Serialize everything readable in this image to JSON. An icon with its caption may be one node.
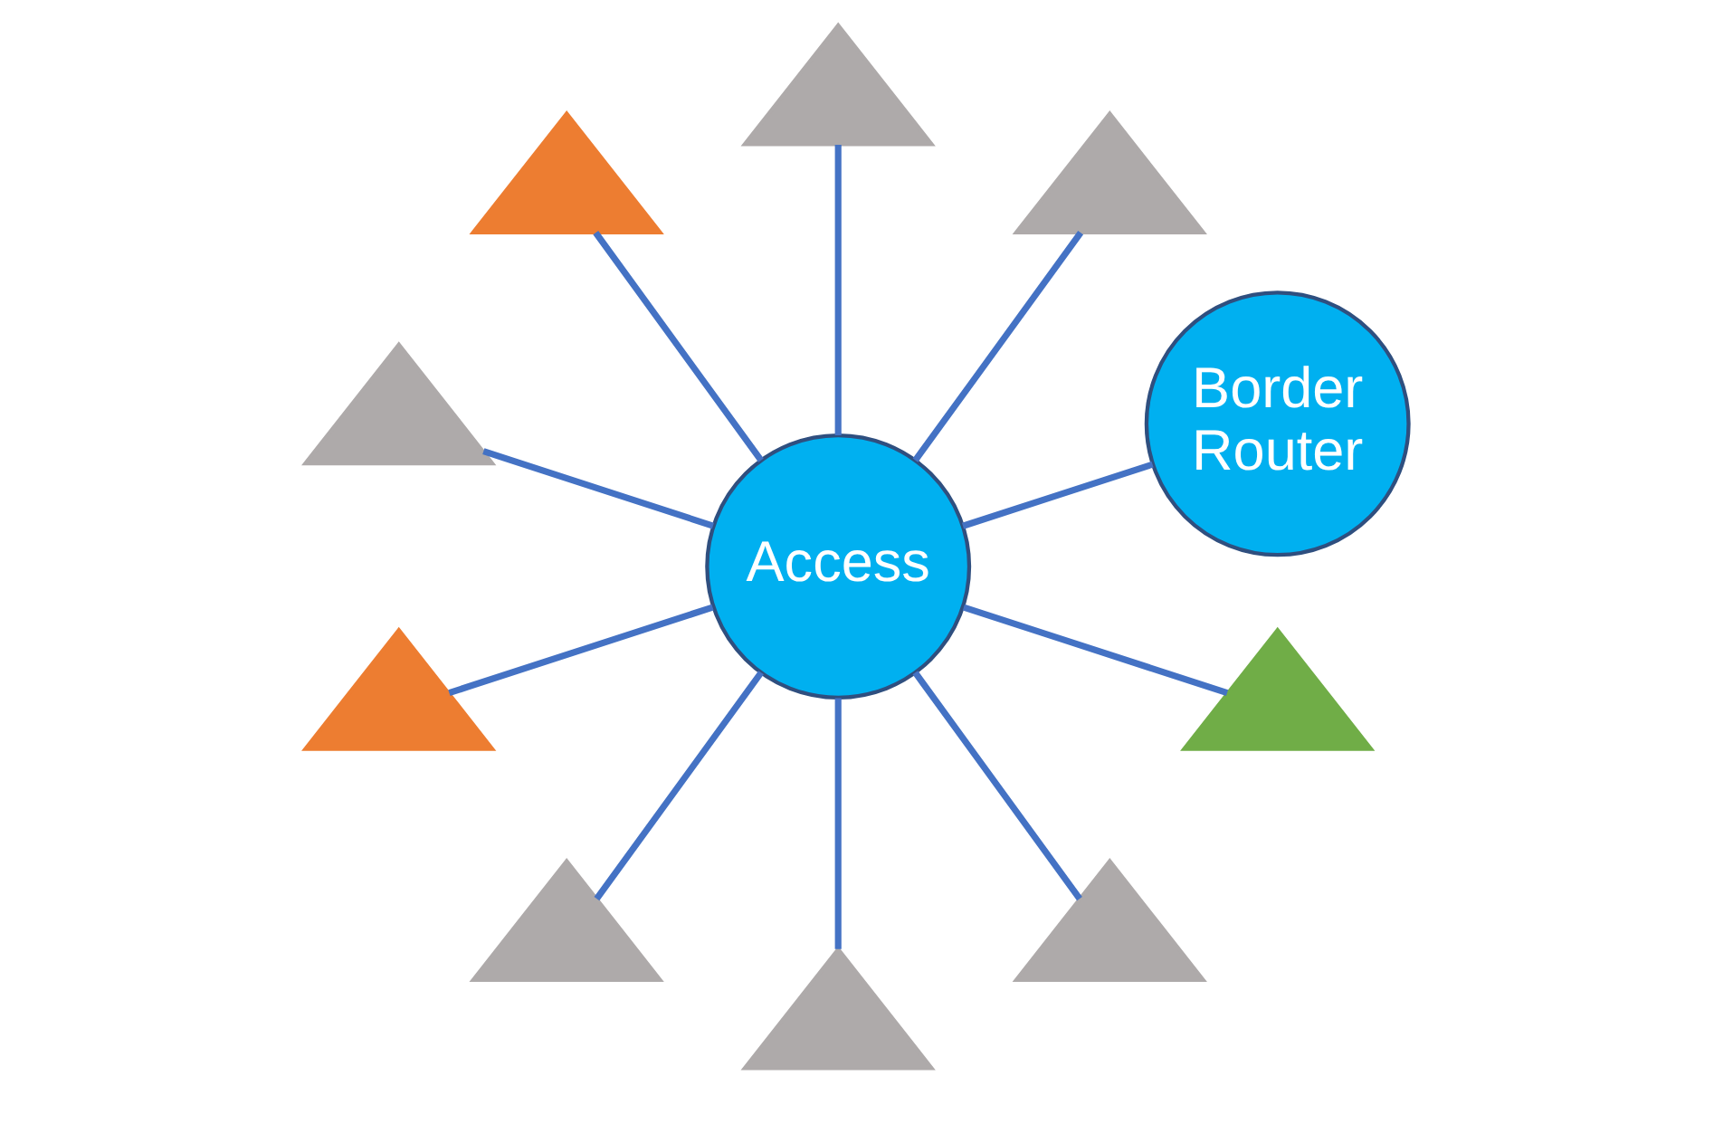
{
  "diagram": {
    "nodes": [
      {
        "text": [
          "Access"
        ]
      },
      {
        "text": [
          "Border Router"
        ]
      },
      {
        "text": [],
        "shape": "triangle"
      },
      {
        "text": [],
        "shape": "triangle"
      },
      {
        "text": [],
        "shape": "triangle"
      },
      {
        "text": [],
        "shape": "triangle"
      },
      {
        "text": [],
        "shape": "triangle"
      },
      {
        "text": [],
        "shape": "triangle"
      },
      {
        "text": [],
        "shape": "triangle"
      },
      {
        "text": [],
        "shape": "triangle"
      },
      {
        "text": [],
        "shape": "triangle"
      }
    ],
    "edges": [
      {
        "from": 2,
        "to": 0,
        "arrow": "none"
      },
      {
        "from": 3,
        "to": 0,
        "arrow": "none"
      },
      {
        "from": 4,
        "to": 0,
        "arrow": "none"
      },
      {
        "from": 5,
        "to": 0,
        "arrow": "none"
      },
      {
        "from": 6,
        "to": 0,
        "arrow": "none"
      },
      {
        "from": 7,
        "to": 0,
        "arrow": "none"
      },
      {
        "from": 8,
        "to": 0,
        "arrow": "none"
      },
      {
        "from": 9,
        "to": 0,
        "arrow": "none"
      },
      {
        "from": 10,
        "to": 0,
        "arrow": "none"
      },
      {
        "from": 0,
        "to": 1,
        "arrow": "none"
      }
    ]
  }
}
